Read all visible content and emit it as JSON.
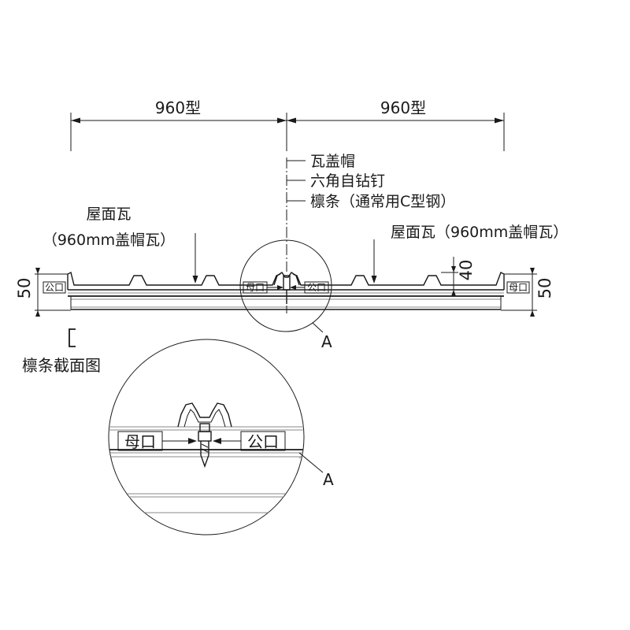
{
  "dimensions": {
    "left_span": "960型",
    "right_span": "960型",
    "left_height": "50",
    "right_height": "50",
    "rib_height": "40"
  },
  "callouts": {
    "cap": "瓦盖帽",
    "screw": "六角自钻钉",
    "purlin": "檩条（通常用C型钢）"
  },
  "panel_left": {
    "line1": "屋面瓦",
    "line2": "（960mm盖帽瓦）"
  },
  "panel_right": "屋面瓦（960mm盖帽瓦）",
  "joint_labels": {
    "female": "母口",
    "male": "公口"
  },
  "detail_marker": "A",
  "purlin_section_caption": "檩条截面图"
}
